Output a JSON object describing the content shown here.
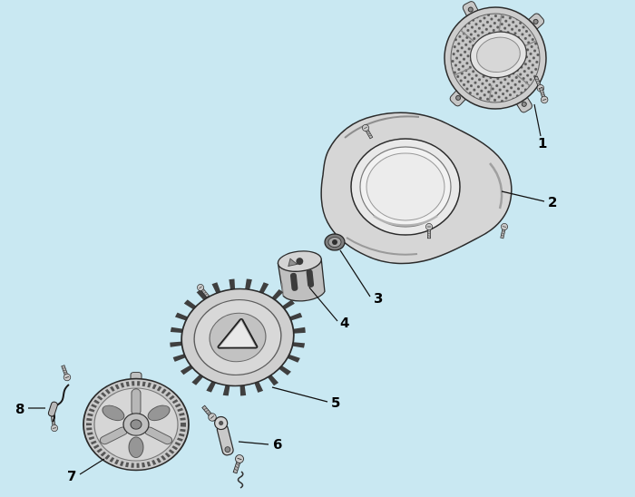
{
  "diagram": {
    "background_color": "#c9e8f2",
    "line_color": "#111111",
    "metal_light": "#dcdcdc",
    "metal_mid": "#c6c6c6",
    "metal_dark": "#8f8f8f",
    "callouts": [
      {
        "label": "1"
      },
      {
        "label": "2"
      },
      {
        "label": "3"
      },
      {
        "label": "4"
      },
      {
        "label": "5"
      },
      {
        "label": "6"
      },
      {
        "label": "7"
      },
      {
        "label": "8"
      }
    ]
  }
}
